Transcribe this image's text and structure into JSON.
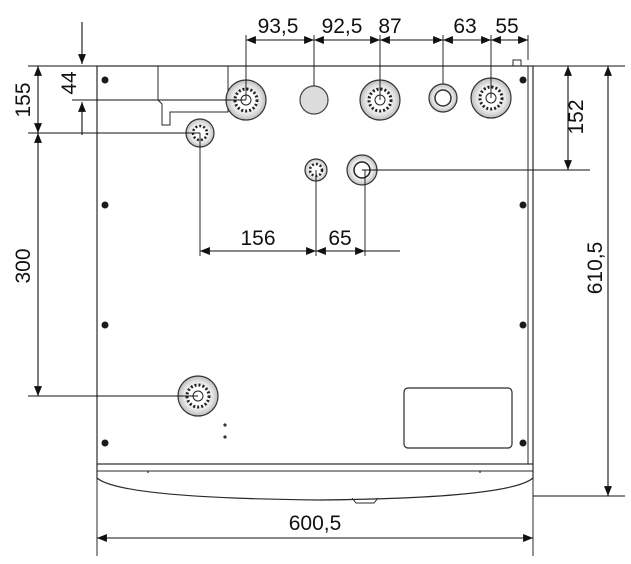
{
  "dimensions": {
    "top_spacing": [
      "93,5",
      "92,5",
      "87",
      "63",
      "55"
    ],
    "top_offset": "44",
    "left_upper": "155",
    "left_lower": "300",
    "right_upper": "152",
    "right_total": "610,5",
    "center_left": "156",
    "center_right": "65",
    "overall_width": "600,5"
  },
  "colors": {
    "line": "#111111",
    "body_fill": "#ffffff",
    "port_fill": "#e6e6e6"
  }
}
